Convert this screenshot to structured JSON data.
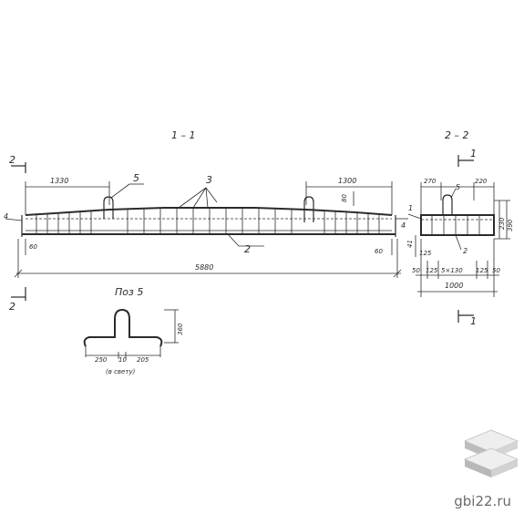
{
  "drawing": {
    "section_1": {
      "title": "1 – 1"
    },
    "section_2": {
      "title": "2 – 2"
    },
    "cut_marks": {
      "mark_2": "2",
      "mark_1": "1"
    },
    "positions": {
      "p5": "5",
      "p3": "3",
      "p2": "2",
      "p4": "4",
      "p1": "1"
    },
    "dims_1": {
      "left_top": "1330",
      "right_top": "1300",
      "overall": "5880",
      "height": "80",
      "left_end": "60",
      "right_end": "60"
    },
    "dims_2": {
      "top_left": "270",
      "top_right": "220",
      "h_total": "390",
      "h_part": "230",
      "side": "41",
      "small": "125",
      "b_50_left": "50",
      "b_125_left": "125",
      "b_mid": "5×130",
      "b_125_right": "125",
      "b_50_right": "50",
      "b_total": "1000"
    },
    "pos5": {
      "title": "Поз 5",
      "left": "250",
      "gap": "10",
      "right": "205",
      "height": "360",
      "note": "(в свету)"
    }
  },
  "watermark": {
    "text": "gbi22.ru"
  }
}
